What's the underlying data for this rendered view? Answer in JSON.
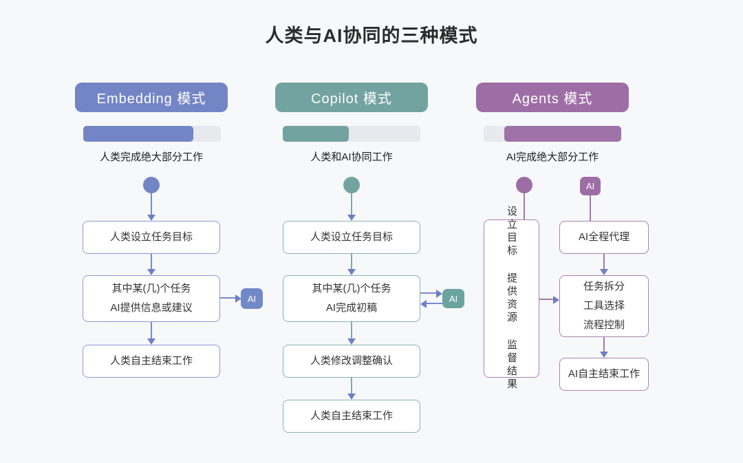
{
  "title": "人类与AI协同的三种模式",
  "colors": {
    "background": "#F7F8FA",
    "embedding_blue": "#7385C5",
    "copilot_teal": "#72A3A0",
    "agents_purple": "#9D6EA5",
    "arrowhead_blue": "#6F7FC4",
    "progress_track": "#E8E9EE"
  },
  "columns": [
    {
      "header_label": "Embedding 模式",
      "caption": "人类完成绝大部分工作",
      "progress": {
        "fill_percent": 80,
        "fill_side": "left"
      },
      "ai_badge_label": "AI",
      "boxes": {
        "box1": "人类设立任务目标",
        "box2_line1": "其中某(几)个任务",
        "box2_line2": "AI提供信息或建议",
        "box3": "人类自主结束工作"
      }
    },
    {
      "header_label": "Copilot 模式",
      "caption": "人类和AI协同工作",
      "progress": {
        "fill_percent": 48,
        "fill_side": "left"
      },
      "ai_badge_label": "AI",
      "boxes": {
        "box1": "人类设立任务目标",
        "box2_line1": "其中某(几)个任务",
        "box2_line2": "AI完成初稿",
        "box3": "人类修改调整确认",
        "box4": "人类自主结束工作"
      }
    },
    {
      "header_label": "Agents 模式",
      "caption": "AI完成绝大部分工作",
      "progress": {
        "fill_percent": 85,
        "fill_side": "right"
      },
      "ai_badge_label": "AI",
      "boxes": {
        "human_role_vertical": "设立目标 提供资源 监督结果",
        "box1": "AI全程代理",
        "box2_line1": "任务拆分",
        "box2_line2": "工具选择",
        "box2_line3": "流程控制",
        "box3": "AI自主结束工作"
      }
    }
  ]
}
